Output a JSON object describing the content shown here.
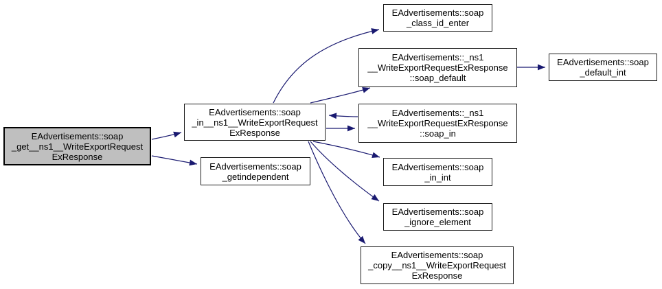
{
  "graph": {
    "type": "call-graph",
    "background_color": "#ffffff",
    "edge_color": "#191970",
    "node_border_color": "#1a1a1a",
    "current_node_fill": "#bfbfbf",
    "nodes": {
      "soap_get": {
        "label": "EAdvertisements::soap_get__ns1__WriteExportRequestExResponse",
        "lines": [
          "EAdvertisements::soap",
          "_get__ns1__WriteExportRequest",
          "ExResponse"
        ],
        "current": true
      },
      "soap_in": {
        "label": "EAdvertisements::soap_in__ns1__WriteExportRequestExResponse",
        "lines": [
          "EAdvertisements::soap",
          "_in__ns1__WriteExportRequest",
          "ExResponse"
        ],
        "current": false
      },
      "soap_getindependent": {
        "label": "EAdvertisements::soap_getindependent",
        "lines": [
          "EAdvertisements::soap",
          "_getindependent"
        ],
        "current": false
      },
      "soap_class_id_enter": {
        "label": "EAdvertisements::soap_class_id_enter",
        "lines": [
          "EAdvertisements::soap",
          "_class_id_enter"
        ],
        "current": false
      },
      "ns1_soap_default": {
        "label": "EAdvertisements::_ns1__WriteExportRequestExResponse::soap_default",
        "lines": [
          "EAdvertisements::_ns1",
          "__WriteExportRequestExResponse",
          "::soap_default"
        ],
        "current": false
      },
      "soap_default_int": {
        "label": "EAdvertisements::soap_default_int",
        "lines": [
          "EAdvertisements::soap",
          "_default_int"
        ],
        "current": false
      },
      "ns1_soap_in": {
        "label": "EAdvertisements::_ns1__WriteExportRequestExResponse::soap_in",
        "lines": [
          "EAdvertisements::_ns1",
          "__WriteExportRequestExResponse",
          "::soap_in"
        ],
        "current": false
      },
      "soap_in_int": {
        "label": "EAdvertisements::soap_in_int",
        "lines": [
          "EAdvertisements::soap",
          "_in_int"
        ],
        "current": false
      },
      "soap_ignore_element": {
        "label": "EAdvertisements::soap_ignore_element",
        "lines": [
          "EAdvertisements::soap",
          "_ignore_element"
        ],
        "current": false
      },
      "soap_copy": {
        "label": "EAdvertisements::soap_copy__ns1__WriteExportRequestExResponse",
        "lines": [
          "EAdvertisements::soap",
          "_copy__ns1__WriteExportRequest",
          "ExResponse"
        ],
        "current": false
      }
    },
    "edges": [
      {
        "from": "soap_get",
        "to": "soap_in"
      },
      {
        "from": "soap_get",
        "to": "soap_getindependent"
      },
      {
        "from": "soap_in",
        "to": "soap_class_id_enter"
      },
      {
        "from": "soap_in",
        "to": "ns1_soap_default"
      },
      {
        "from": "ns1_soap_default",
        "to": "soap_default_int"
      },
      {
        "from": "ns1_soap_in",
        "to": "soap_in"
      },
      {
        "from": "soap_in",
        "to": "ns1_soap_in"
      },
      {
        "from": "soap_in",
        "to": "soap_in_int"
      },
      {
        "from": "soap_in",
        "to": "soap_ignore_element"
      },
      {
        "from": "soap_in",
        "to": "soap_copy"
      }
    ]
  }
}
